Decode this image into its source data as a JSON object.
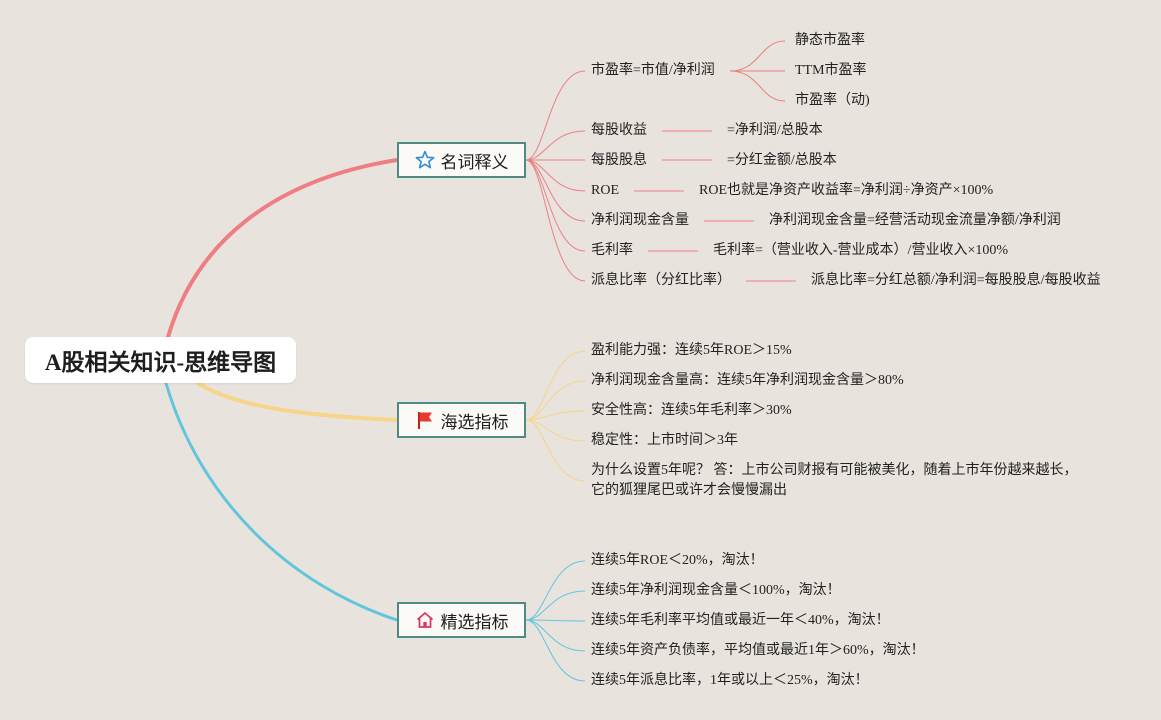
{
  "root": {
    "title": "A股相关知识-思维导图"
  },
  "colors": {
    "branch1": "#ee7e84",
    "branch2": "#f6d48a",
    "branch3": "#62c5dc",
    "node_border": "#4f8a86"
  },
  "branches": [
    {
      "label": "名词释义",
      "icon": "star-icon",
      "items": [
        {
          "label": "市盈率=市值/净利润",
          "children": [
            "静态市盈率",
            "TTM市盈率",
            "市盈率（动)"
          ]
        },
        {
          "label": "每股收益",
          "children": [
            "=净利润/总股本"
          ]
        },
        {
          "label": "每股股息",
          "children": [
            "=分红金额/总股本"
          ]
        },
        {
          "label": "ROE",
          "children": [
            "ROE也就是净资产收益率=净利润÷净资产×100%"
          ]
        },
        {
          "label": "净利润现金含量",
          "children": [
            "净利润现金含量=经营活动现金流量净额/净利润"
          ]
        },
        {
          "label": "毛利率",
          "children": [
            "毛利率=（营业收入-营业成本）/营业收入×100%"
          ]
        },
        {
          "label": "派息比率（分红比率）",
          "children": [
            "派息比率=分红总额/净利润=每股股息/每股收益"
          ]
        }
      ]
    },
    {
      "label": "海选指标",
      "icon": "flag-icon",
      "items": [
        {
          "label": "盈利能力强：连续5年ROE＞15%"
        },
        {
          "label": "净利润现金含量高：连续5年净利润现金含量＞80%"
        },
        {
          "label": "安全性高：连续5年毛利率＞30%"
        },
        {
          "label": "稳定性：上市时间＞3年"
        },
        {
          "label": "为什么设置5年呢？ 答：上市公司财报有可能被美化，随着上市年份越来越长，",
          "label2": "它的狐狸尾巴或许才会慢慢漏出"
        }
      ]
    },
    {
      "label": "精选指标",
      "icon": "home-icon",
      "items": [
        {
          "label": "连续5年ROE＜20%，淘汰！"
        },
        {
          "label": "连续5年净利润现金含量＜100%，淘汰！"
        },
        {
          "label": "连续5年毛利率平均值或最近一年＜40%，淘汰！"
        },
        {
          "label": "连续5年资产负债率，平均值或最近1年＞60%，淘汰！"
        },
        {
          "label": "连续5年派息比率，1年或以上＜25%，淘汰！"
        }
      ]
    }
  ]
}
